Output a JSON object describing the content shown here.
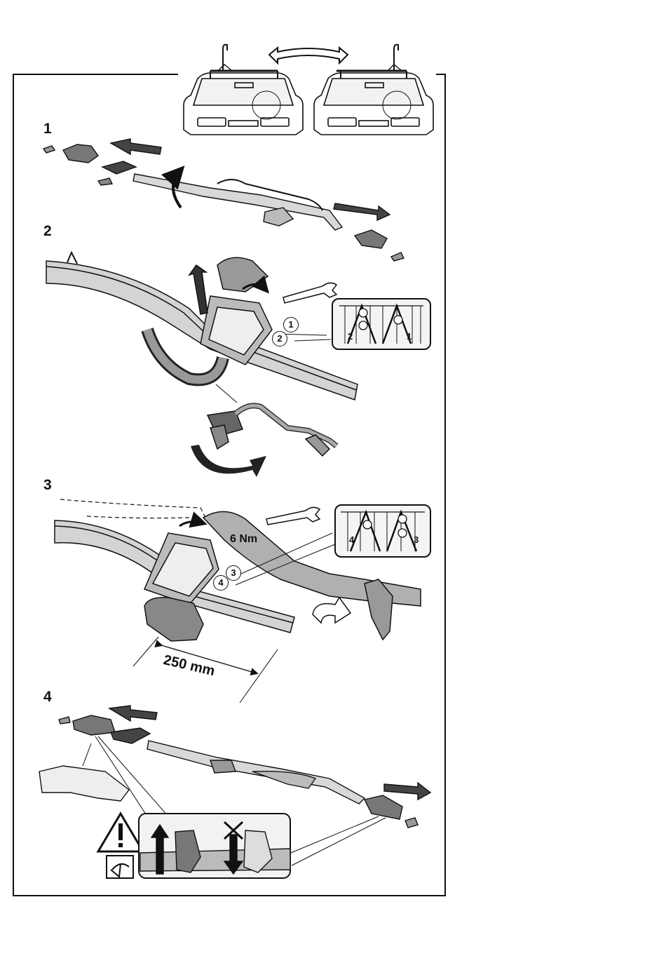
{
  "steps": [
    {
      "number": "1"
    },
    {
      "number": "2"
    },
    {
      "number": "3"
    },
    {
      "number": "4"
    }
  ],
  "step2": {
    "callouts": [
      "1",
      "2"
    ],
    "inset_labels": [
      "2",
      "1"
    ]
  },
  "step3": {
    "torque": "6 Nm",
    "callouts": [
      "3",
      "4"
    ],
    "inset_labels": [
      "4",
      "3"
    ],
    "distance": "250 mm"
  },
  "colors": {
    "line": "#111111",
    "grey": "#8a8a8a",
    "light": "#c8c8c8",
    "dark": "#2a2a2a"
  },
  "icons": [
    "warning-triangle-icon",
    "eye-icon",
    "wrench-icon",
    "arrow-up-icon",
    "crossed-arrow-down-icon"
  ]
}
